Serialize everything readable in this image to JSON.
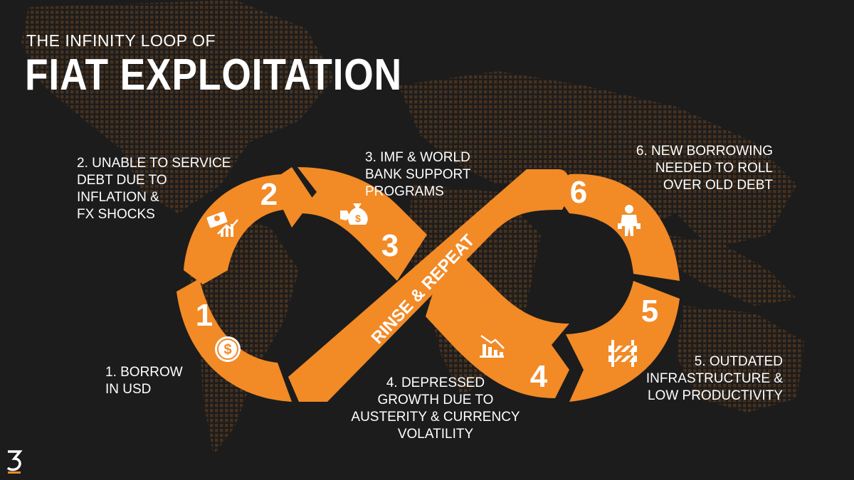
{
  "header": {
    "subtitle": "THE INFINITY LOOP OF",
    "title": "FIAT EXPLOITATION"
  },
  "center_band": {
    "text": "RINSE & REPEAT"
  },
  "steps": [
    {
      "number": "1",
      "label": "1. BORROW\nIN USD",
      "icon": "dollar-coin-icon"
    },
    {
      "number": "2",
      "label": "2. UNABLE TO SERVICE\nDEBT DUE TO\nINFLATION &\nFX SHOCKS",
      "icon": "money-chart-icon"
    },
    {
      "number": "3",
      "label": "3. IMF & WORLD\nBANK SUPPORT\nPROGRAMS",
      "icon": "money-bag-hand-icon"
    },
    {
      "number": "4",
      "label": "4. DEPRESSED\nGROWTH DUE TO\nAUSTERITY & CURRENCY\nVOLATILITY",
      "icon": "declining-chart-icon"
    },
    {
      "number": "5",
      "label": "5. OUTDATED\nINFRASTRUCTURE &\nLOW PRODUCTIVITY",
      "icon": "road-barrier-icon"
    },
    {
      "number": "6",
      "label": "6. NEW BORROWING\nNEEDED TO ROLL\nOVER OLD DEBT",
      "icon": "empty-pockets-icon"
    }
  ],
  "colors": {
    "background": "#1c1c1c",
    "loop_orange": "#f28a26",
    "map_dots": "#5a3a1c",
    "text": "#ffffff"
  }
}
